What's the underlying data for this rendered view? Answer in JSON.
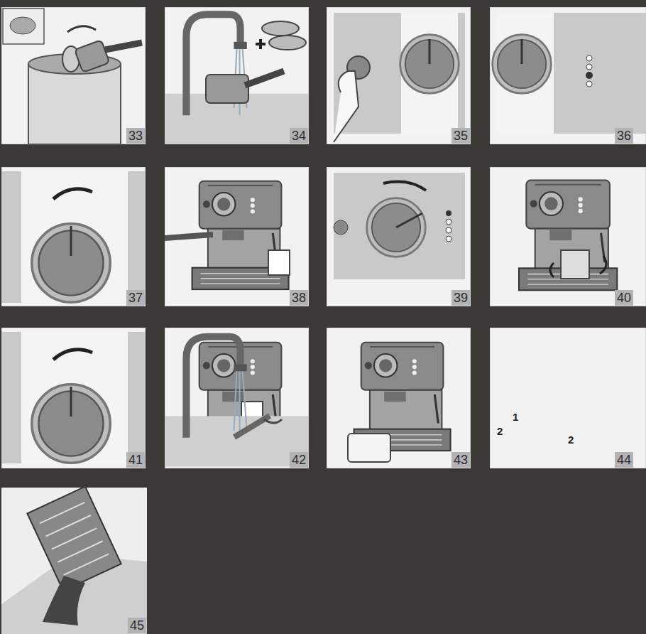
{
  "diagram": {
    "nodes": [
      {
        "text": [
          "33"
        ]
      },
      {
        "text": [
          "34"
        ]
      },
      {
        "text": [
          "35"
        ]
      },
      {
        "text": [
          "36"
        ]
      },
      {
        "text": [
          "37"
        ]
      },
      {
        "text": [
          "38"
        ]
      },
      {
        "text": [
          "39"
        ]
      },
      {
        "text": [
          "40"
        ]
      },
      {
        "text": [
          "41"
        ]
      },
      {
        "text": [
          "42"
        ]
      },
      {
        "text": [
          "43"
        ]
      },
      {
        "text": [
          "44"
        ]
      },
      {
        "text": [
          "45"
        ]
      }
    ],
    "edges": [],
    "labels": [
      "2",
      "1",
      "2"
    ]
  }
}
